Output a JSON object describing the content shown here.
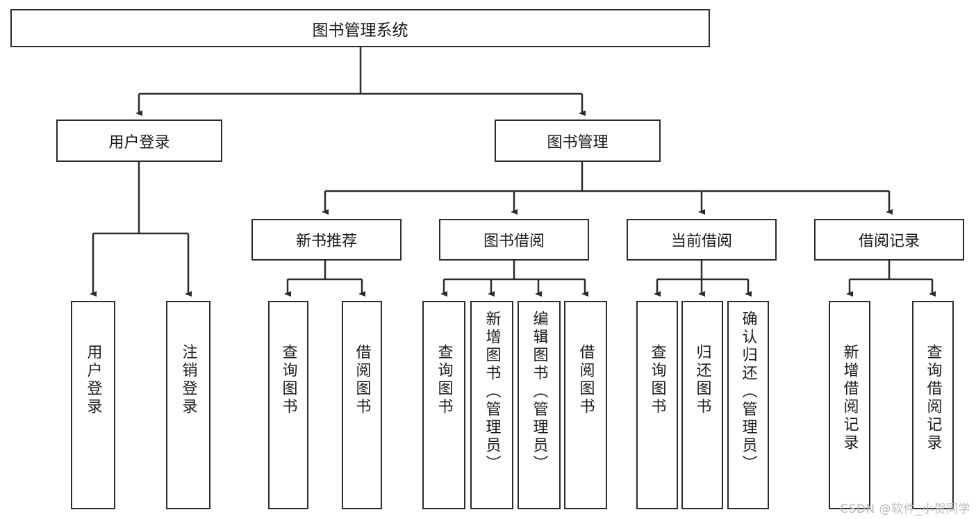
{
  "diagram": {
    "title": "图书管理系统",
    "watermark": "CSDN @软件_小贺同学",
    "root": {
      "label": "图书管理系统"
    },
    "level2": [
      {
        "id": "user-login",
        "label": "用户登录"
      },
      {
        "id": "book-management",
        "label": "图书管理"
      }
    ],
    "level3": [
      {
        "id": "new-book-recommend",
        "label": "新书推荐"
      },
      {
        "id": "book-borrow",
        "label": "图书借阅"
      },
      {
        "id": "current-borrow",
        "label": "当前借阅"
      },
      {
        "id": "borrow-record",
        "label": "借阅记录"
      }
    ],
    "leaves": {
      "user_login": [
        {
          "id": "leaf-user-login",
          "label": "用户登录"
        },
        {
          "id": "leaf-logout-login",
          "label": "注销登录"
        }
      ],
      "new_book_recommend": [
        {
          "id": "leaf-query-book-1",
          "label": "查询图书"
        },
        {
          "id": "leaf-borrow-book-1",
          "label": "借阅图书"
        }
      ],
      "book_borrow": [
        {
          "id": "leaf-query-book-2",
          "label": "查询图书"
        },
        {
          "id": "leaf-add-book",
          "label": "新增图书（管理员）"
        },
        {
          "id": "leaf-edit-book",
          "label": "编辑图书（管理员）"
        },
        {
          "id": "leaf-borrow-book-2",
          "label": "借阅图书"
        }
      ],
      "current_borrow": [
        {
          "id": "leaf-query-book-3",
          "label": "查询图书"
        },
        {
          "id": "leaf-return-book",
          "label": "归还图书"
        },
        {
          "id": "leaf-confirm-return",
          "label": "确认归还（管理员）"
        }
      ],
      "borrow_record": [
        {
          "id": "leaf-add-record",
          "label": "新增借阅记录"
        },
        {
          "id": "leaf-query-record",
          "label": "查询借阅记录"
        }
      ]
    },
    "colors": {
      "stroke": "#2b2b2b",
      "fill": "#ffffff",
      "text": "#1a1a1a",
      "watermark": "#b9b9b9"
    }
  }
}
